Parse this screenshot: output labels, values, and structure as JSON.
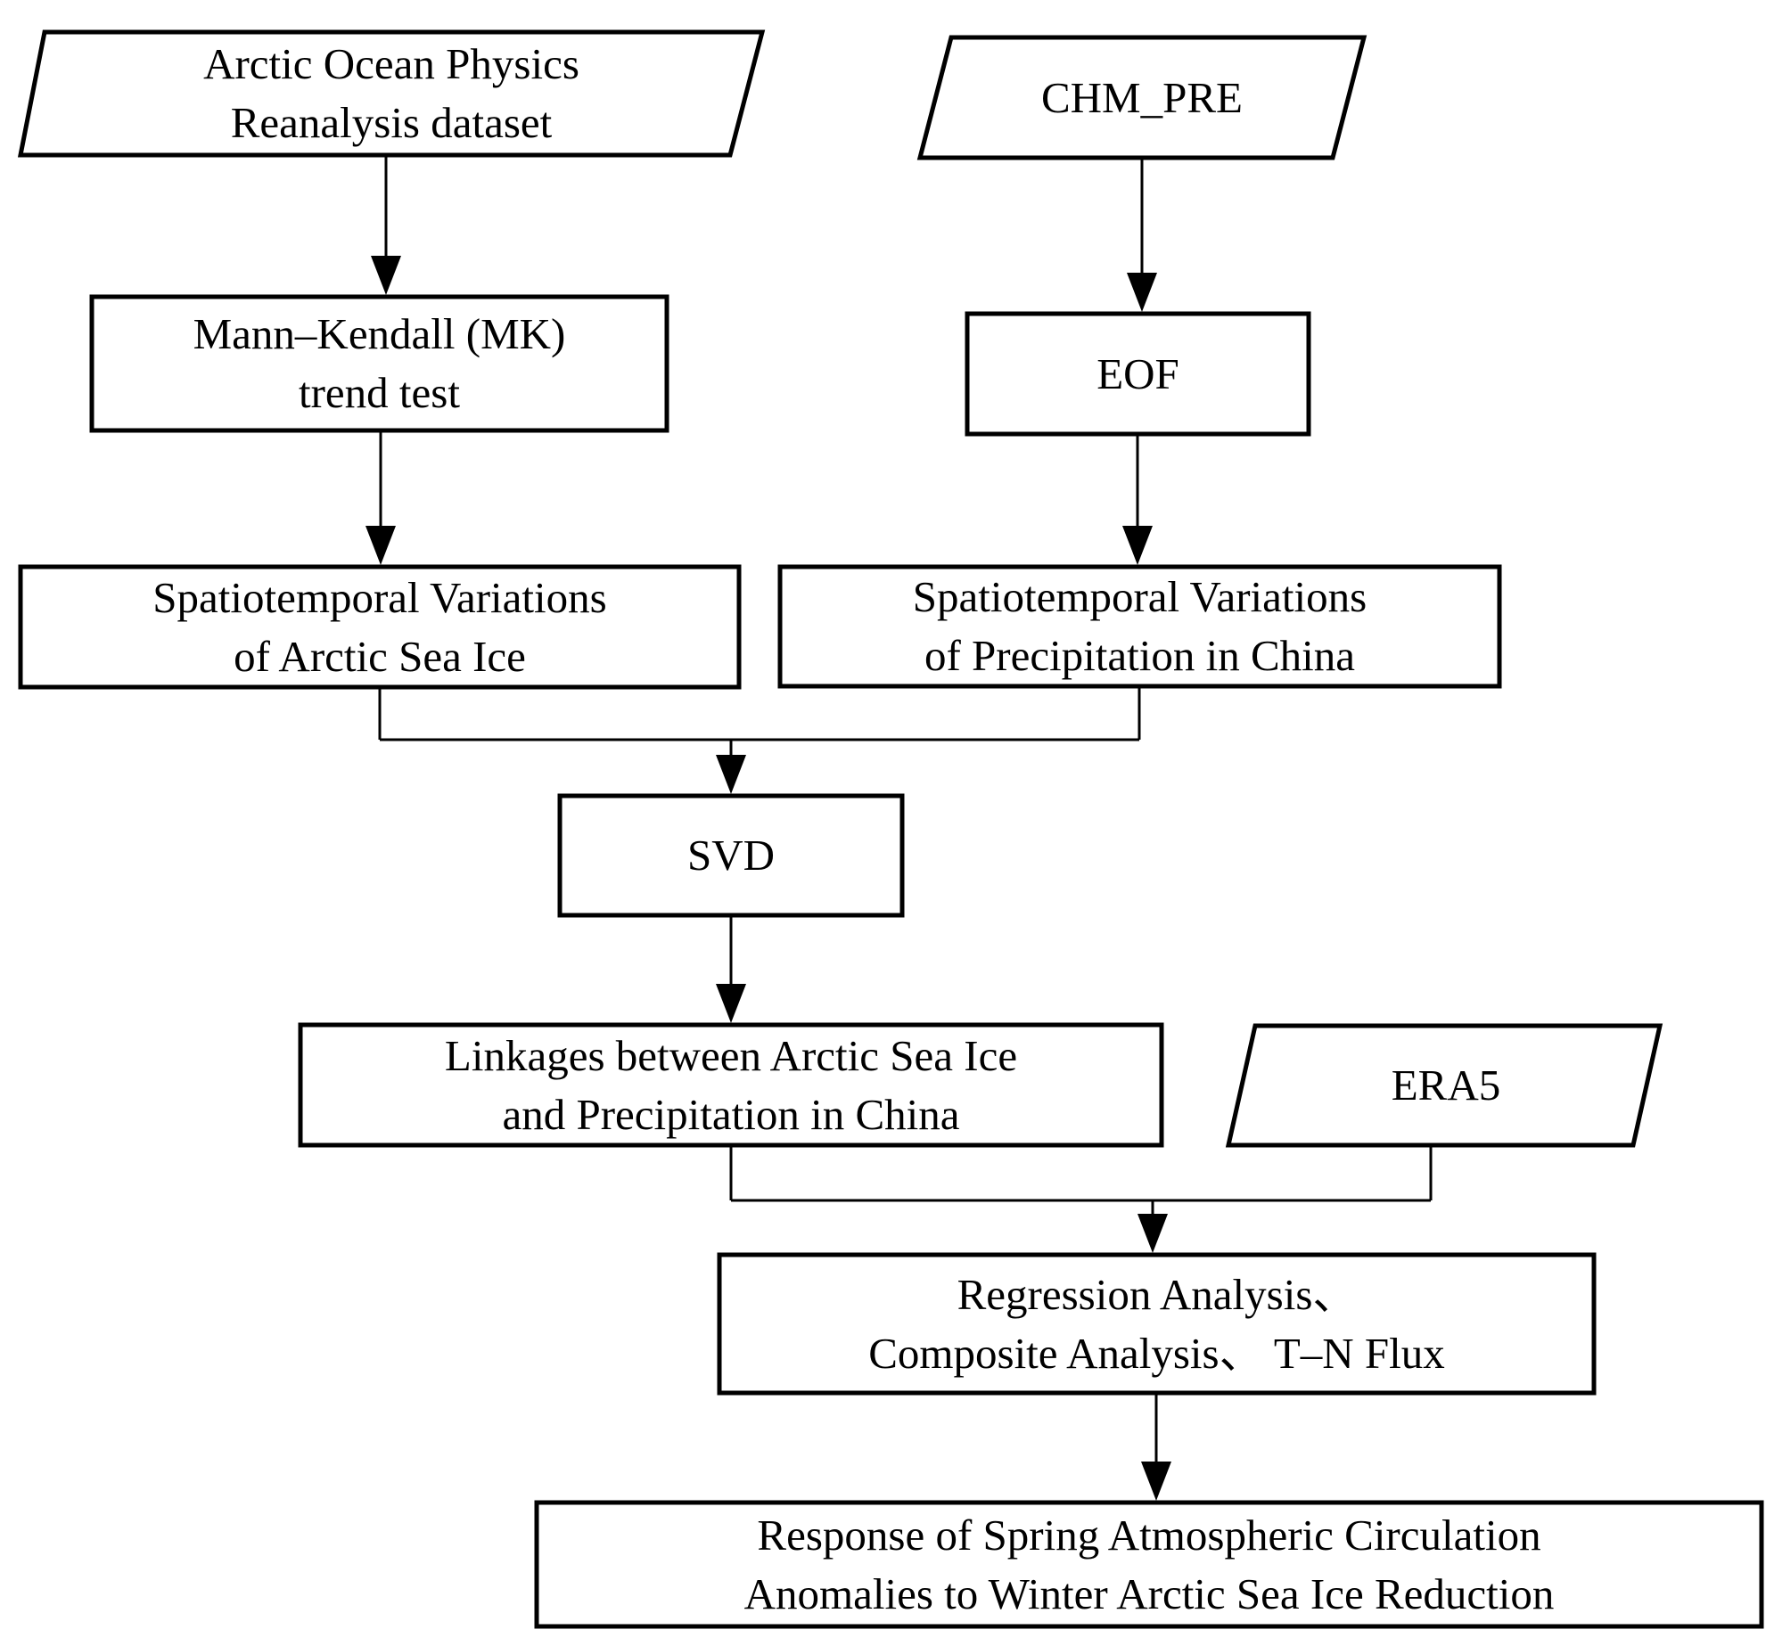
{
  "title": "Flowchart: linkage analysis between Arctic sea ice and precipitation in China",
  "colors": {
    "background": "#ffffff",
    "stroke": "#000000",
    "text": "#000000"
  },
  "nodes": {
    "arctic_dataset": {
      "shape": "parallelogram",
      "lines": [
        "Arctic Ocean Physics",
        "Reanalysis dataset"
      ]
    },
    "chm_pre": {
      "shape": "parallelogram",
      "lines": [
        "CHM_PRE"
      ]
    },
    "mk_trend_test": {
      "shape": "rectangle",
      "lines": [
        "Mann–Kendall (MK)",
        "trend test"
      ]
    },
    "eof": {
      "shape": "rectangle",
      "lines": [
        "EOF"
      ]
    },
    "sea_ice_variations": {
      "shape": "rectangle",
      "lines": [
        "Spatiotemporal Variations",
        "of Arctic Sea Ice"
      ]
    },
    "precip_variations": {
      "shape": "rectangle",
      "lines": [
        "Spatiotemporal Variations",
        "of Precipitation in China"
      ]
    },
    "svd": {
      "shape": "rectangle",
      "lines": [
        "SVD"
      ]
    },
    "linkages": {
      "shape": "rectangle",
      "lines": [
        "Linkages between Arctic Sea Ice",
        "and Precipitation in China"
      ]
    },
    "era5": {
      "shape": "parallelogram",
      "lines": [
        "ERA5"
      ]
    },
    "analysis_methods": {
      "shape": "rectangle",
      "lines": [
        "Regression Analysis、",
        "Composite Analysis、 T–N Flux"
      ]
    },
    "response": {
      "shape": "rectangle",
      "lines": [
        "Response of Spring Atmospheric Circulation",
        "Anomalies to Winter Arctic Sea Ice Reduction"
      ]
    }
  },
  "edges": [
    {
      "from": "arctic_dataset",
      "to": "mk_trend_test"
    },
    {
      "from": "chm_pre",
      "to": "eof"
    },
    {
      "from": "mk_trend_test",
      "to": "sea_ice_variations"
    },
    {
      "from": "eof",
      "to": "precip_variations"
    },
    {
      "from": "sea_ice_variations",
      "to": "svd",
      "joined_with": "precip_variations"
    },
    {
      "from": "precip_variations",
      "to": "svd",
      "joined_with": "sea_ice_variations"
    },
    {
      "from": "svd",
      "to": "linkages"
    },
    {
      "from": "linkages",
      "to": "analysis_methods",
      "joined_with": "era5"
    },
    {
      "from": "era5",
      "to": "analysis_methods",
      "joined_with": "linkages"
    },
    {
      "from": "analysis_methods",
      "to": "response"
    }
  ]
}
